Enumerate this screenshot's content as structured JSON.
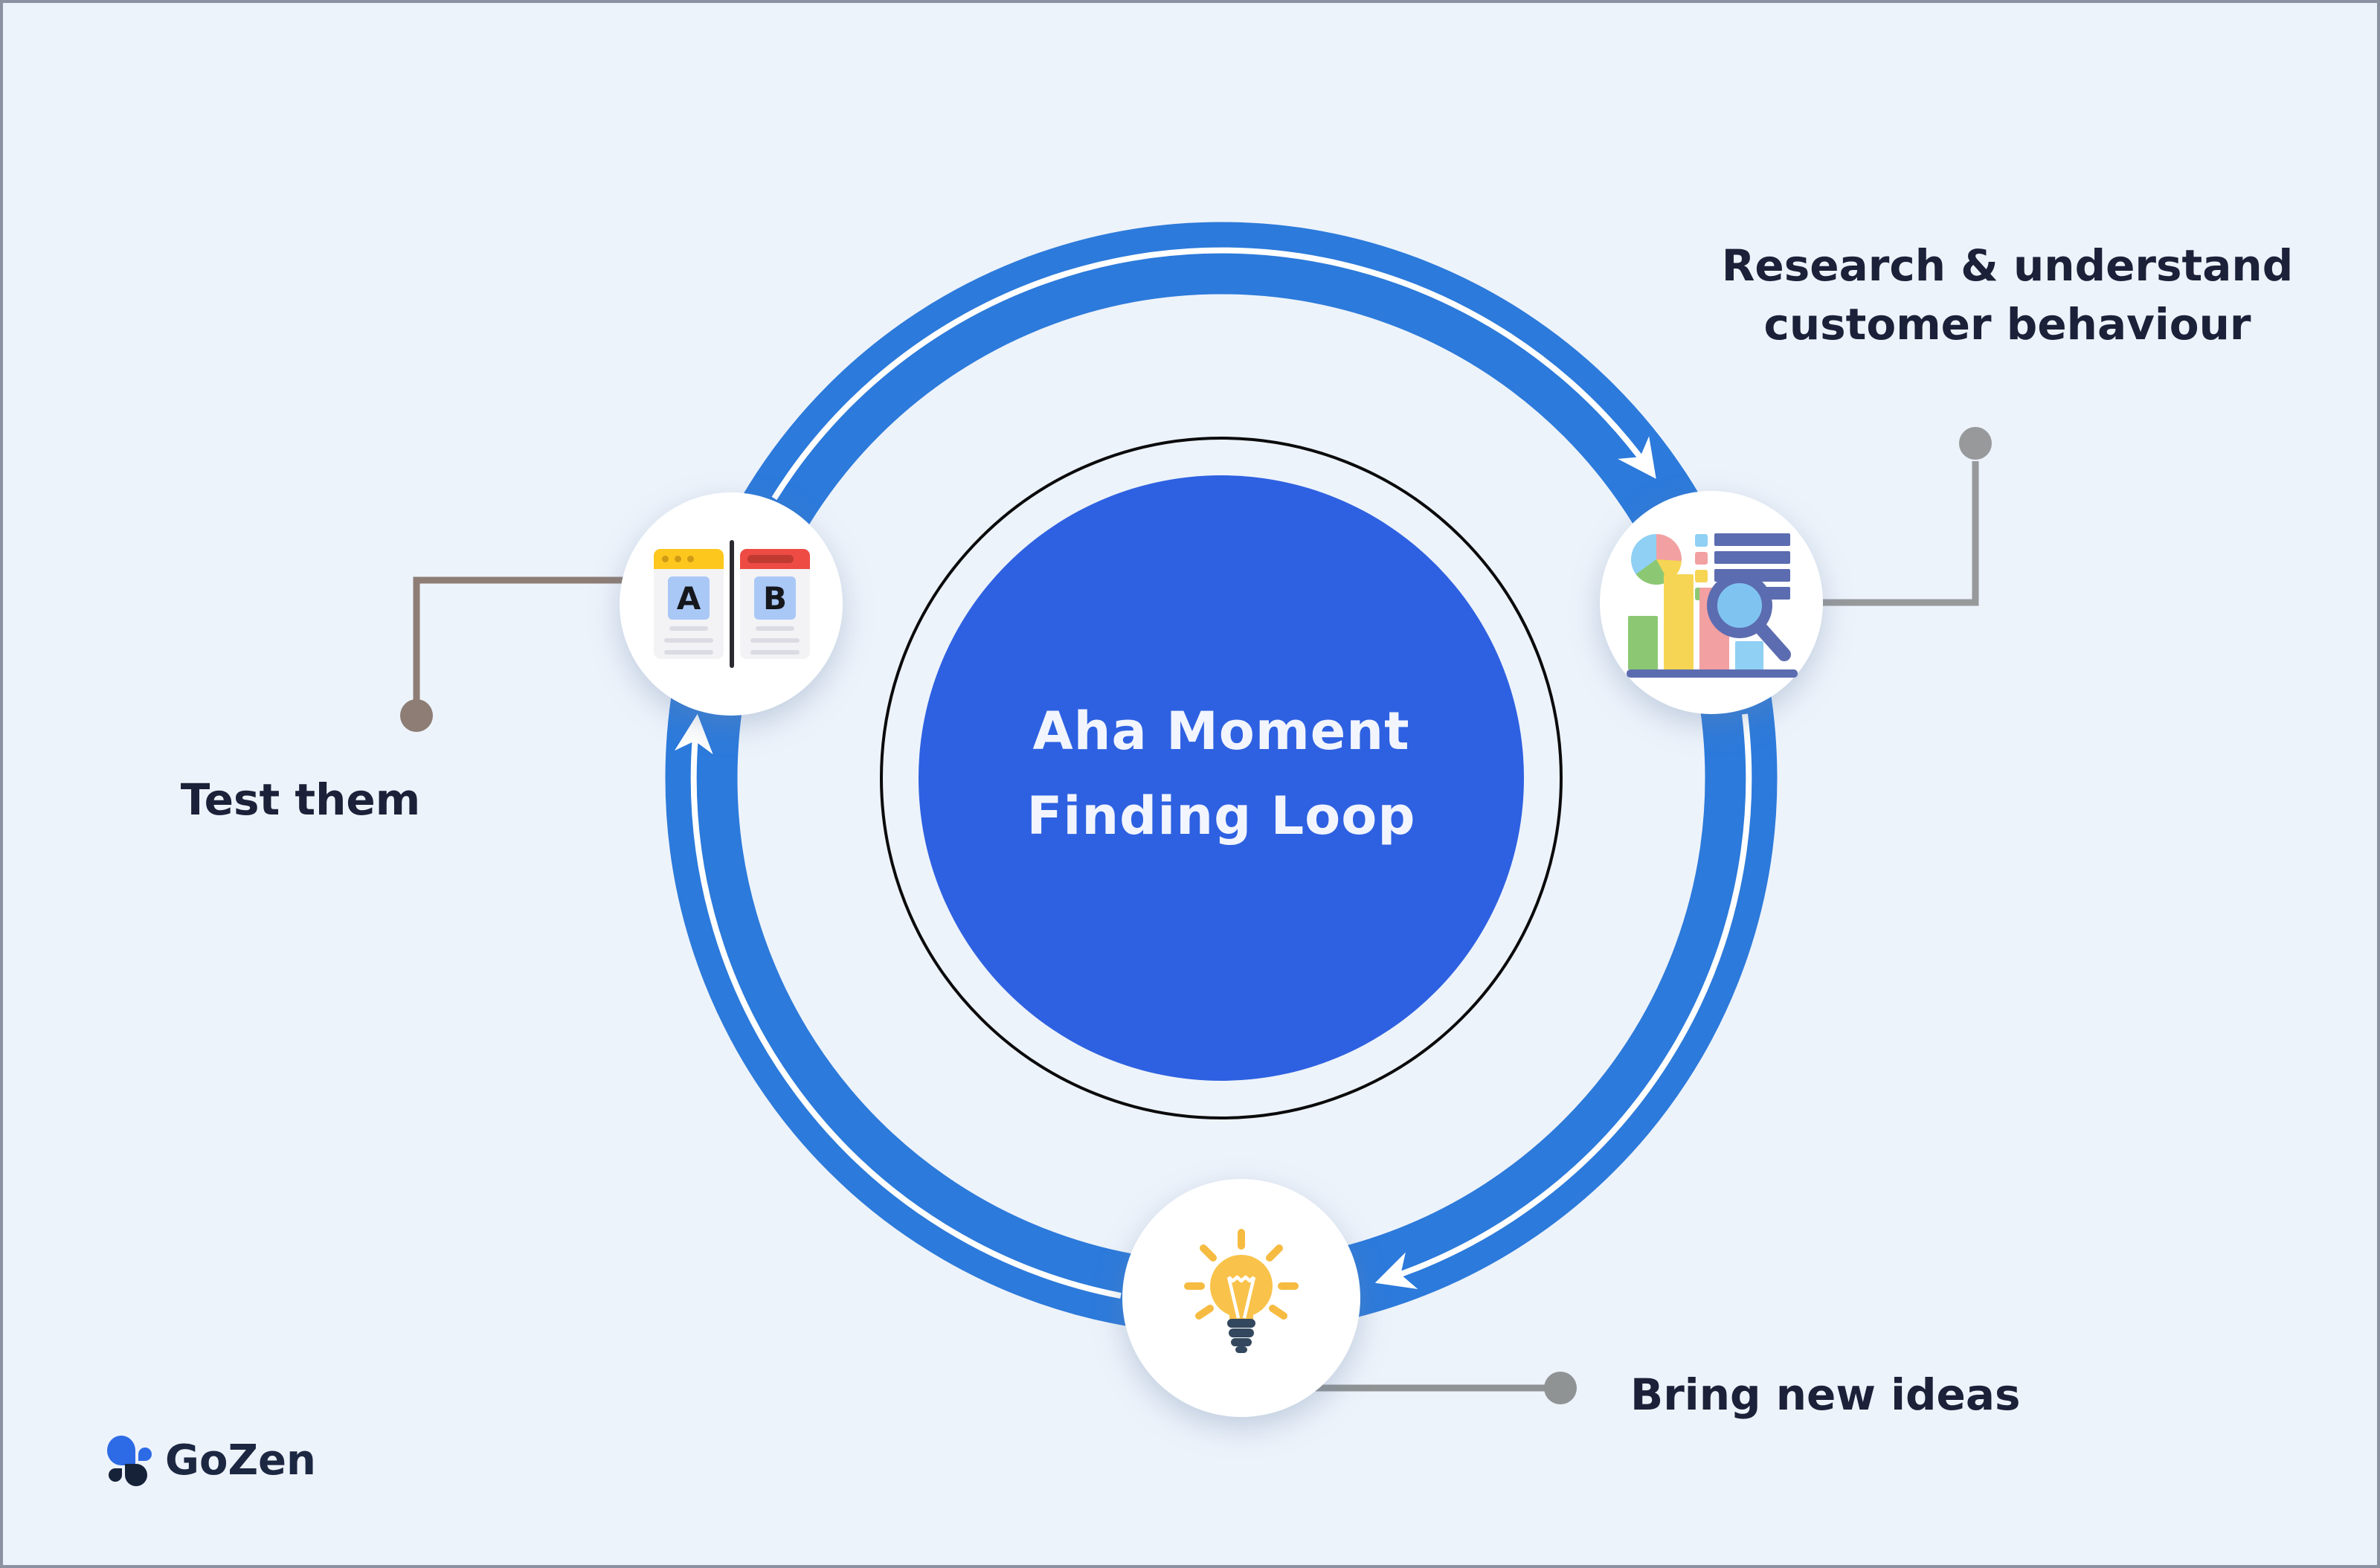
{
  "page": {
    "background": "#edf3fb",
    "border_color": "#8b93a2"
  },
  "diagram": {
    "center": {
      "line1": "Aha Moment",
      "line2": "Finding Loop",
      "fill_color": "#2e61e1",
      "text_color": "#f2f5fd",
      "outline_color": "#0b0b0c"
    },
    "ring": {
      "band_color": "#2c7adb",
      "arrow_color": "#ffffff",
      "direction": "clockwise"
    },
    "nodes": [
      {
        "id": "research",
        "icon": "research-chart-icon",
        "label_line1": "Research & understand",
        "label_line2": "customer behaviour"
      },
      {
        "id": "test",
        "icon": "ab-test-icon",
        "label": "Test them"
      },
      {
        "id": "ideas",
        "icon": "lightbulb-icon",
        "label": "Bring new ideas"
      }
    ],
    "ab_icon": {
      "variant_a": "A",
      "variant_b": "B"
    },
    "label_color": "#1a2138",
    "connector_colors": {
      "test": "#8d7d75",
      "research": "#97999b",
      "ideas": "#8f9394"
    }
  },
  "footer": {
    "brand": "GoZen",
    "brand_color": "#1c2742"
  }
}
